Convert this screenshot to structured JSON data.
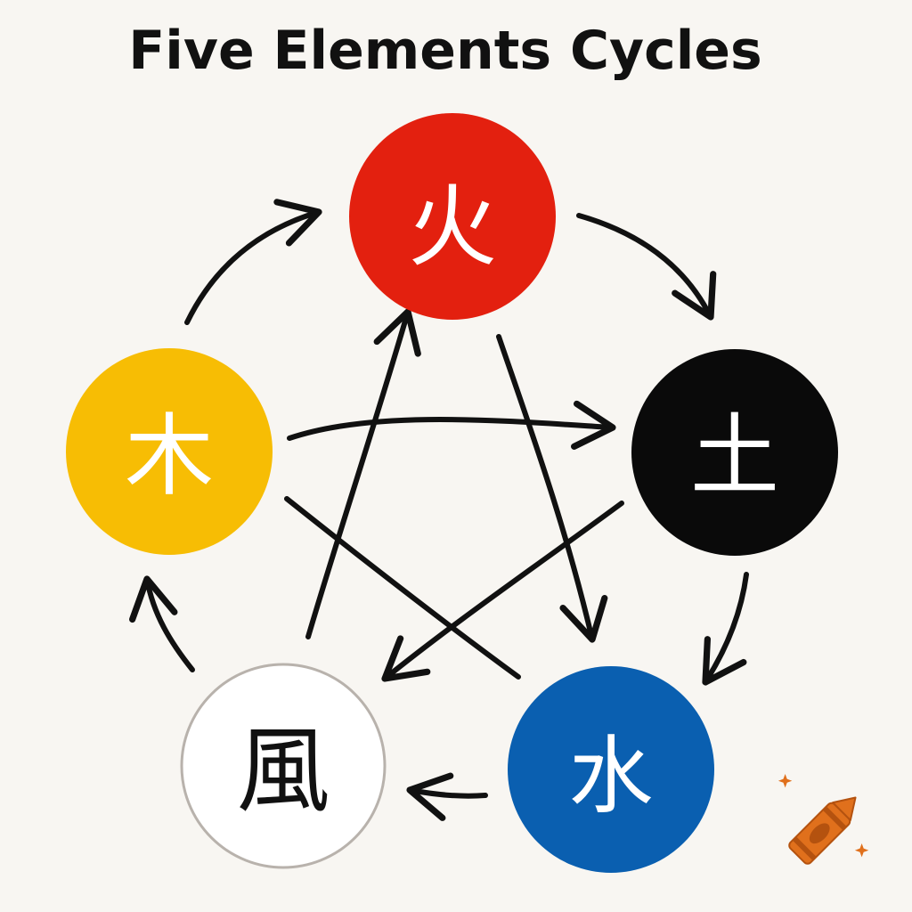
{
  "title": "Five Elements Cycles",
  "elements": [
    {
      "id": "fire",
      "glyph": "火",
      "color": "#e3200f",
      "text_color": "#ffffff",
      "border": "none"
    },
    {
      "id": "earth",
      "glyph": "土",
      "color": "#0a0a0a",
      "text_color": "#ffffff",
      "border": "none"
    },
    {
      "id": "water",
      "glyph": "水",
      "color": "#0a5fb0",
      "text_color": "#ffffff",
      "border": "none"
    },
    {
      "id": "wind",
      "glyph": "風",
      "color": "#ffffff",
      "text_color": "#111111",
      "border": "#b8b2ac"
    },
    {
      "id": "wood",
      "glyph": "木",
      "color": "#f7bd04",
      "text_color": "#ffffff",
      "border": "none"
    }
  ],
  "arrow_color": "#111111",
  "logo": {
    "name": "crayon-logo-icon",
    "color": "#e0701c"
  }
}
